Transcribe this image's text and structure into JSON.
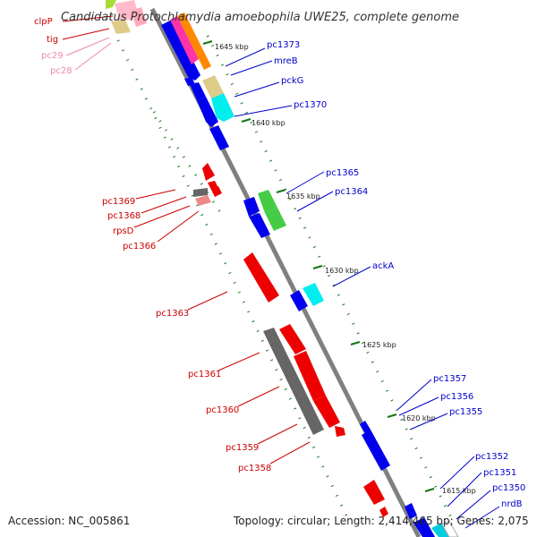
{
  "title": "Candidatus Protochlamydia amoebophila UWE25, complete genome",
  "footer": {
    "accession": "Accession: NC_005861",
    "summary": "Topology: circular; Length: 2,414,465 bp; Genes: 2,075"
  },
  "colors": {
    "backbone": "#808080",
    "dots": "#117711",
    "forward_label": "#0000cc",
    "reverse_label": "#cc0000",
    "reverse_label_light": "#ee88aa"
  },
  "kbp_marks": [
    "1645 kbp",
    "1640 kbp",
    "1635 kbp",
    "1630 kbp",
    "1625 kbp",
    "1620 kbp",
    "1615 kbp"
  ],
  "labels_forward": [
    "pc1373",
    "mreB",
    "pckG",
    "pc1370",
    "pc1365",
    "pc1364",
    "ackA",
    "pc1357",
    "pc1356",
    "pc1355",
    "pc1352",
    "pc1351",
    "pc1350",
    "nrdB"
  ],
  "labels_reverse": [
    "clpP",
    "tig",
    "pc29",
    "pc28",
    "pc1369",
    "pc1368",
    "rpsD",
    "pc1366",
    "pc1363",
    "pc1361",
    "pc1360",
    "pc1359",
    "pc1358"
  ]
}
